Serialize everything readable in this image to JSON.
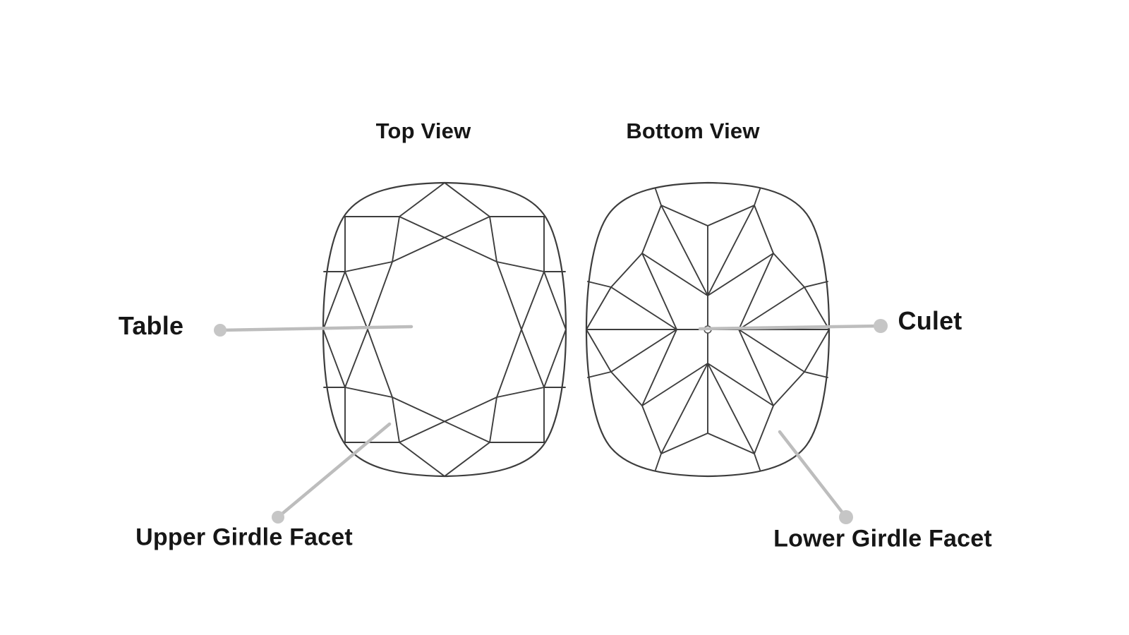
{
  "diagram": {
    "subject": "cushion-cut diamond facet diagram",
    "views": {
      "top_view_title": "Top View",
      "bottom_view_title": "Bottom View"
    },
    "callouts": {
      "table": "Table",
      "culet": "Culet",
      "upper_girdle": "Upper Girdle Facet",
      "lower_girdle": "Lower Girdle Facet"
    }
  },
  "colors": {
    "line": "#3d3d3d",
    "leader": "#bdbdbd",
    "dot": "#c6c6c6",
    "text": "#161616",
    "bg": "#ffffff"
  }
}
